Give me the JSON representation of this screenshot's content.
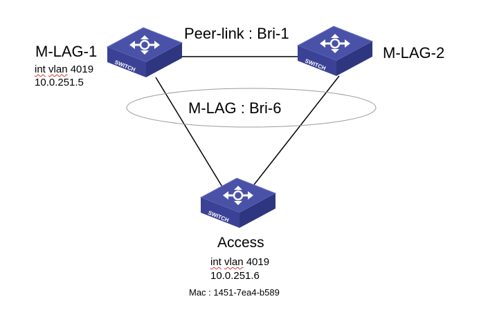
{
  "links": {
    "peer_link_label": "Peer-link : Bri-1",
    "mlag_label": "M-LAG : Bri-6"
  },
  "switches": {
    "mlag1": {
      "name": "M-LAG-1",
      "vlan_prefix": "int",
      "vlan_word": "vlan",
      "vlan_id": "4019",
      "ip": "10.0.251.5",
      "badge": "SWITCH"
    },
    "mlag2": {
      "name": "M-LAG-2",
      "badge": "SWITCH"
    },
    "access": {
      "name": "Access",
      "vlan_prefix": "int",
      "vlan_word": "vlan",
      "vlan_id": "4019",
      "ip": "10.0.251.6",
      "mac": "Mac : 1451-7ea4-b589",
      "badge": "SWITCH"
    }
  },
  "colors": {
    "switch_top": "#4a52a8",
    "switch_side": "#2f3680",
    "switch_front": "#3b4296",
    "arrow": "#ffffff",
    "link_line": "#000000",
    "ellipse_stroke": "#9a9a9a"
  }
}
